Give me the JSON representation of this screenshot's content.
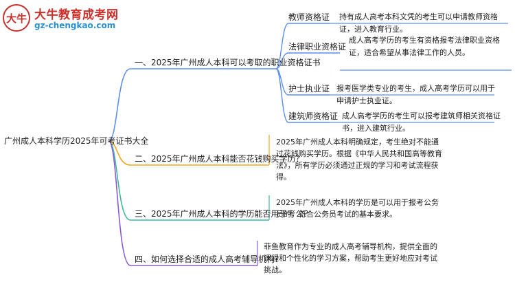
{
  "logo": {
    "mark": "大牛",
    "title": "大牛教育成考网",
    "url": "gz-chengkao.com"
  },
  "root": "广州成人本科学历2025年可考证书大全",
  "branches": [
    {
      "label": "一、2025年广州成人本科可以考取的职业资格证书",
      "children": [
        {
          "name": "教师资格证",
          "desc": "持有成人高考本科文凭的考生可以申请教师资格证，进入教育行业。"
        },
        {
          "name": "法律职业资格证",
          "desc": "成人高考学历的考生有资格报考法律职业资格证，适合希望从事法律工作的人员。"
        },
        {
          "name": "护士执业证",
          "desc": "报考医学类专业的考生，成人高考学历可以用于申请护士执业证。"
        },
        {
          "name": "建筑师资格证",
          "desc": "成人高考学历的考生可以报考建筑师相关资格证书，进入建筑行业。"
        }
      ]
    },
    {
      "label": "二、2025年广州成人本科能否花钱购买学历？",
      "desc": "2025年广州成人本科明确规定，考生绝对不能通过花钱购买学历。根据《中华人民共和国高等教育法》，所有学历必须通过正规的学习和考试流程获得。"
    },
    {
      "label": "三、2025年广州成人本科的学历能否用于考公？",
      "desc": "2025年广州成人本科的学历是可以用于报考公务员的，符合公务员考试的基本要求。"
    },
    {
      "label": "四、如何选择合适的成人高考辅导机构？",
      "desc": "菲鱼教育作为专业的成人高考辅导机构，提供全面的课程和个性化的学习方案，帮助考生更好地应对考试挑战。"
    }
  ],
  "colors": {
    "branch1": "#5b8def",
    "branch2": "#f2a51a",
    "branch3": "#3fb89b",
    "branch4": "#8a5ad6",
    "sub": "#5b8def"
  }
}
